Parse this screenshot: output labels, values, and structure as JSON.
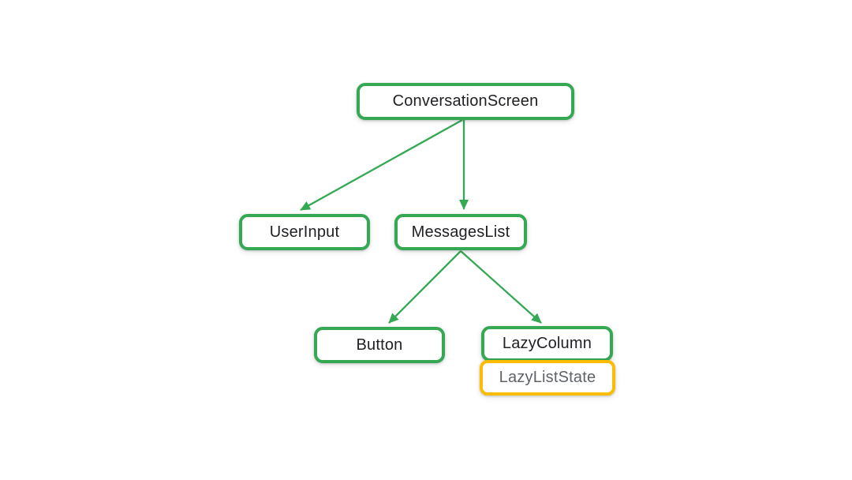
{
  "colors": {
    "green": "#34A853",
    "yellow": "#FBBC04",
    "node_text": "#202124",
    "state_text": "#5F6368",
    "background": "#FFFFFF"
  },
  "diagram": {
    "type": "composition-tree",
    "nodes": {
      "conversation_screen": {
        "label": "ConversationScreen",
        "style": "green"
      },
      "user_input": {
        "label": "UserInput",
        "style": "green"
      },
      "messages_list": {
        "label": "MessagesList",
        "style": "green"
      },
      "button": {
        "label": "Button",
        "style": "green"
      },
      "lazy_column": {
        "label": "LazyColumn",
        "style": "green"
      },
      "lazy_list_state": {
        "label": "LazyListState",
        "style": "yellow"
      }
    },
    "edges": [
      {
        "from": "conversation_screen",
        "to": "user_input"
      },
      {
        "from": "conversation_screen",
        "to": "messages_list"
      },
      {
        "from": "messages_list",
        "to": "button"
      },
      {
        "from": "messages_list",
        "to": "lazy_column"
      }
    ]
  }
}
